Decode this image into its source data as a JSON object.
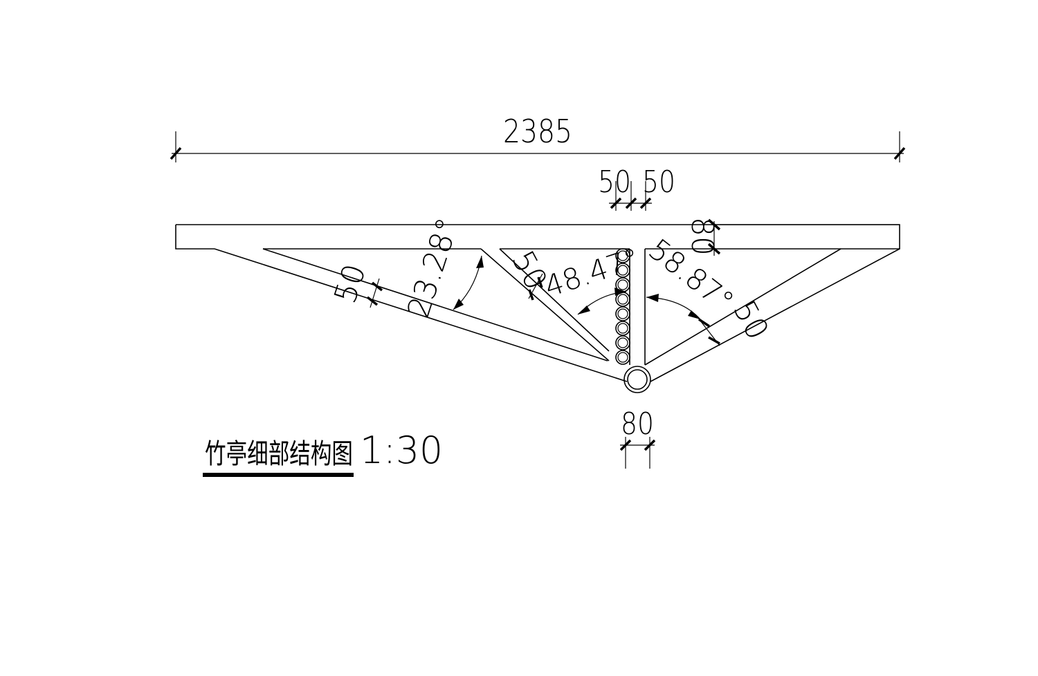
{
  "drawing": {
    "title": "竹亭细部结构图",
    "scale": "1:30",
    "dimensions": {
      "overall_width": "2385",
      "left_spacing": "50",
      "right_spacing": "50",
      "top_chord_depth": "80",
      "left_chord_width": "50",
      "inner_web_width": "50",
      "right_chord_width": "50",
      "bottom_node_diameter": "80"
    },
    "angles": {
      "left": "23.28°",
      "middle": "48.47°",
      "right": "58.87°"
    },
    "stacked_bamboo_count": 8
  }
}
